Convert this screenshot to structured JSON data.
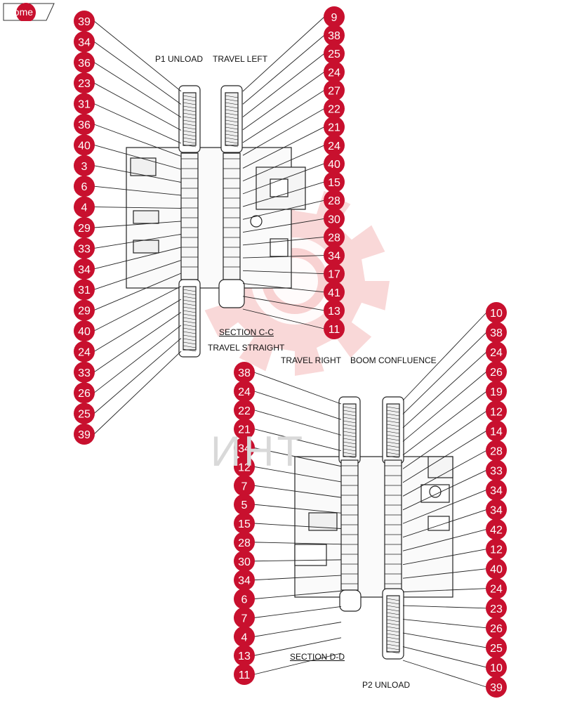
{
  "nav": {
    "home_label": "home"
  },
  "watermark": {
    "text": "ИНТ"
  },
  "colors": {
    "callout_fill": "#c8102e",
    "callout_text": "#ffffff",
    "line": "#222222",
    "watermark": "#f4b8b8"
  },
  "top_section": {
    "caption": "SECTION  C-C",
    "labels": {
      "p1_unload": "P1 UNLOAD",
      "travel_left": "TRAVEL LEFT",
      "travel_straight": "TRAVEL STRAIGHT"
    },
    "left_callouts": [
      "39",
      "34",
      "36",
      "23",
      "31",
      "36",
      "40",
      "3",
      "6",
      "4",
      "29",
      "33",
      "34",
      "31",
      "29",
      "40",
      "24",
      "33",
      "26",
      "25",
      "39"
    ],
    "right_callouts": [
      "9",
      "38",
      "25",
      "24",
      "27",
      "22",
      "21",
      "24",
      "40",
      "15",
      "28",
      "30",
      "28",
      "34",
      "17",
      "41",
      "13",
      "11"
    ]
  },
  "bottom_section": {
    "caption": "SECTION  D-D",
    "labels": {
      "travel_right": "TRAVEL RIGHT",
      "boom_confluence": "BOOM CONFLUENCE",
      "p2_unload": "P2 UNLOAD"
    },
    "left_callouts": [
      "38",
      "24",
      "22",
      "21",
      "34",
      "12",
      "7",
      "5",
      "15",
      "28",
      "30",
      "34",
      "6",
      "7",
      "4",
      "13",
      "11"
    ],
    "right_callouts": [
      "10",
      "38",
      "24",
      "26",
      "19",
      "12",
      "14",
      "28",
      "33",
      "34",
      "34",
      "42",
      "12",
      "40",
      "24",
      "23",
      "26",
      "25",
      "10",
      "39"
    ]
  }
}
